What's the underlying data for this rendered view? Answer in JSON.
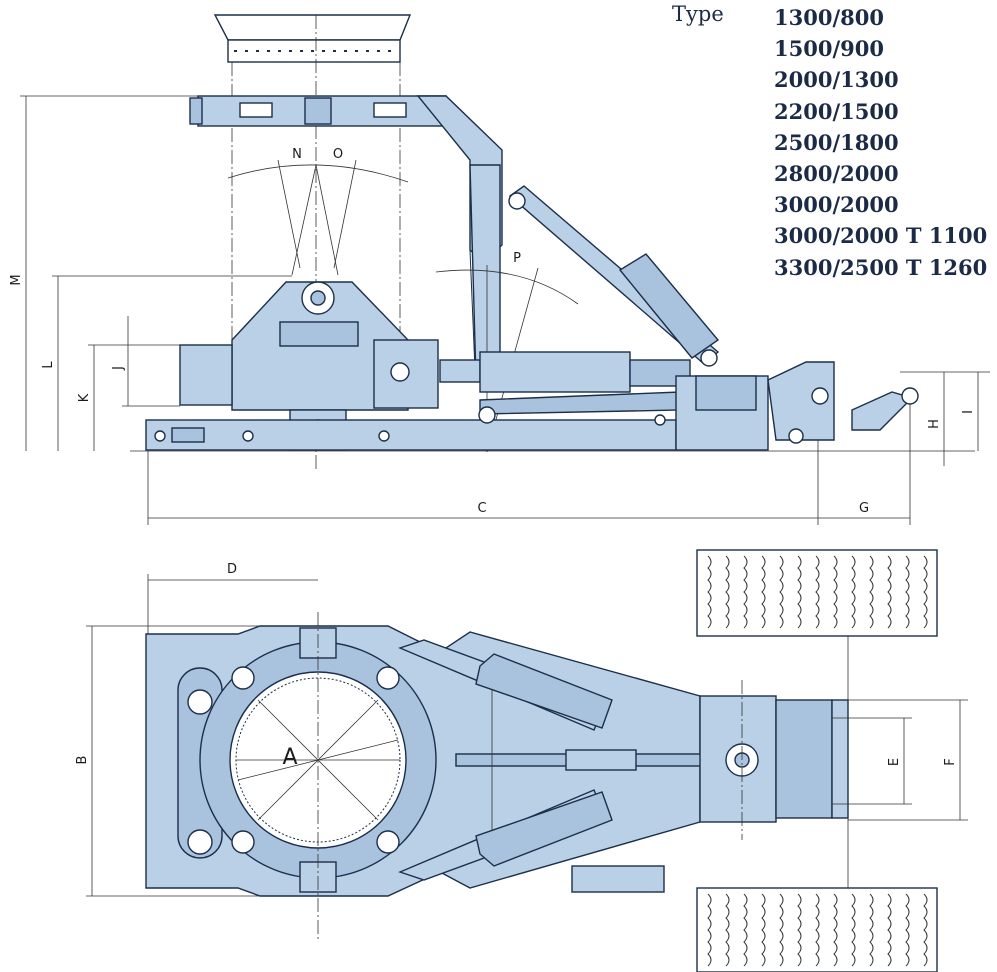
{
  "type_table": {
    "label": "Type",
    "models": [
      "1300/800",
      "1500/900",
      "2000/1300",
      "2200/1500",
      "2500/1800",
      "2800/2000",
      "3000/2000",
      "3000/2000 T 1100",
      "3300/2500 T 1260"
    ]
  },
  "dimension_labels": {
    "A": "A",
    "B": "B",
    "C": "C",
    "D": "D",
    "E": "E",
    "F": "F",
    "G": "G",
    "H": "H",
    "I": "I",
    "J": "J",
    "K": "K",
    "L": "L",
    "M": "M",
    "N": "N",
    "O": "O",
    "P": "P"
  },
  "colors": {
    "machine_fill": "#b9d0e7",
    "outline": "#1c2e4a",
    "background": "#ffffff"
  }
}
